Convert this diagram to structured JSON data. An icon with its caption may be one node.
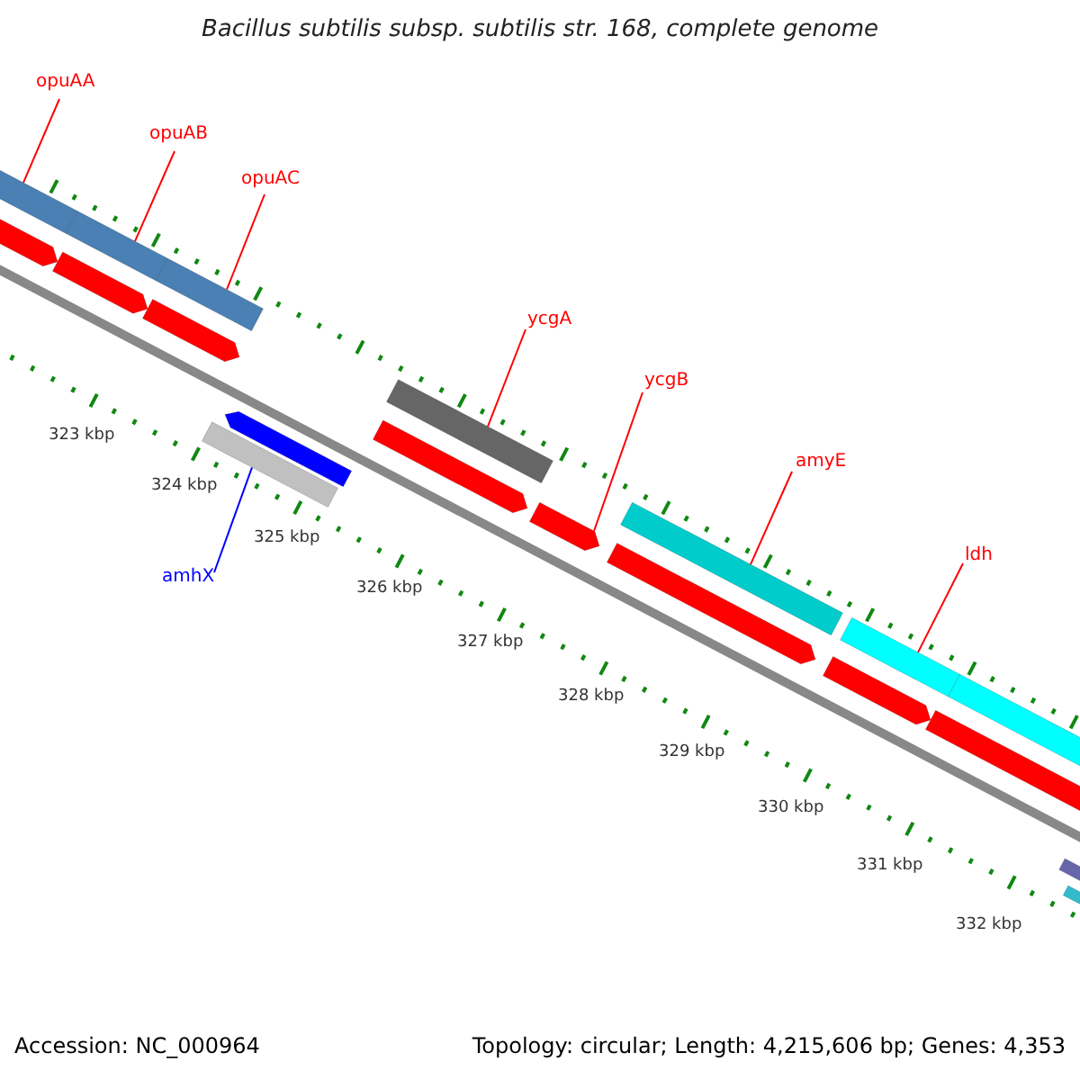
{
  "diagram": {
    "title": "Bacillus subtilis subsp. subtilis str. 168, complete genome",
    "nodes": [
      {
        "text": [
          "opuAA"
        ]
      },
      {
        "text": [
          "opuAB"
        ]
      },
      {
        "text": [
          "opuAC"
        ]
      },
      {
        "text": [
          "ycgA"
        ]
      },
      {
        "text": [
          "ycgB"
        ]
      },
      {
        "text": [
          "amyE"
        ]
      },
      {
        "text": [
          "ldh"
        ]
      },
      {
        "text": [
          "amhX"
        ]
      },
      {
        "text": [],
        "shape": "bar"
      },
      {
        "text": [],
        "shape": "bar"
      },
      {
        "text": [],
        "shape": "bar"
      },
      {
        "text": [],
        "shape": "bar"
      },
      {
        "text": [],
        "shape": "bar"
      },
      {
        "text": [],
        "shape": "bar"
      },
      {
        "text": [],
        "shape": "bar"
      },
      {
        "text": [],
        "shape": "bar"
      },
      {
        "text": [],
        "shape": "bar"
      },
      {
        "text": [],
        "shape": "bar"
      },
      {
        "text": [],
        "shape": "bar"
      },
      {
        "text": [],
        "shape": "bar"
      },
      {
        "text": [],
        "shape": "bar"
      },
      {
        "text": [],
        "shape": "bar"
      },
      {
        "text": [],
        "shape": "bar"
      },
      {
        "text": [],
        "shape": "bar"
      },
      {
        "text": [],
        "shape": "bar"
      },
      {
        "text": [],
        "shape": "bar"
      },
      {
        "text": [],
        "shape": "bar"
      }
    ],
    "edges": [
      {
        "from": 0,
        "to": 8,
        "arrow": "none"
      },
      {
        "from": 1,
        "to": 9,
        "arrow": "none"
      },
      {
        "from": 2,
        "to": 10,
        "arrow": "none"
      },
      {
        "from": 3,
        "to": 11,
        "arrow": "none"
      },
      {
        "from": 4,
        "to": 12,
        "arrow": "none"
      },
      {
        "from": 5,
        "to": 13,
        "arrow": "none"
      },
      {
        "from": 6,
        "to": 14,
        "arrow": "none"
      },
      {
        "from": 7,
        "to": 15,
        "arrow": "none",
        "color": "#0000ff"
      }
    ],
    "labels": [
      "323 kbp",
      "324 kbp",
      "325 kbp",
      "326 kbp",
      "327 kbp",
      "328 kbp",
      "329 kbp",
      "330 kbp",
      "331 kbp",
      "332 kbp",
      "Accession: NC_000964",
      "Topology: circular; Length: 4,215,606 bp; Genes: 4,353"
    ]
  }
}
